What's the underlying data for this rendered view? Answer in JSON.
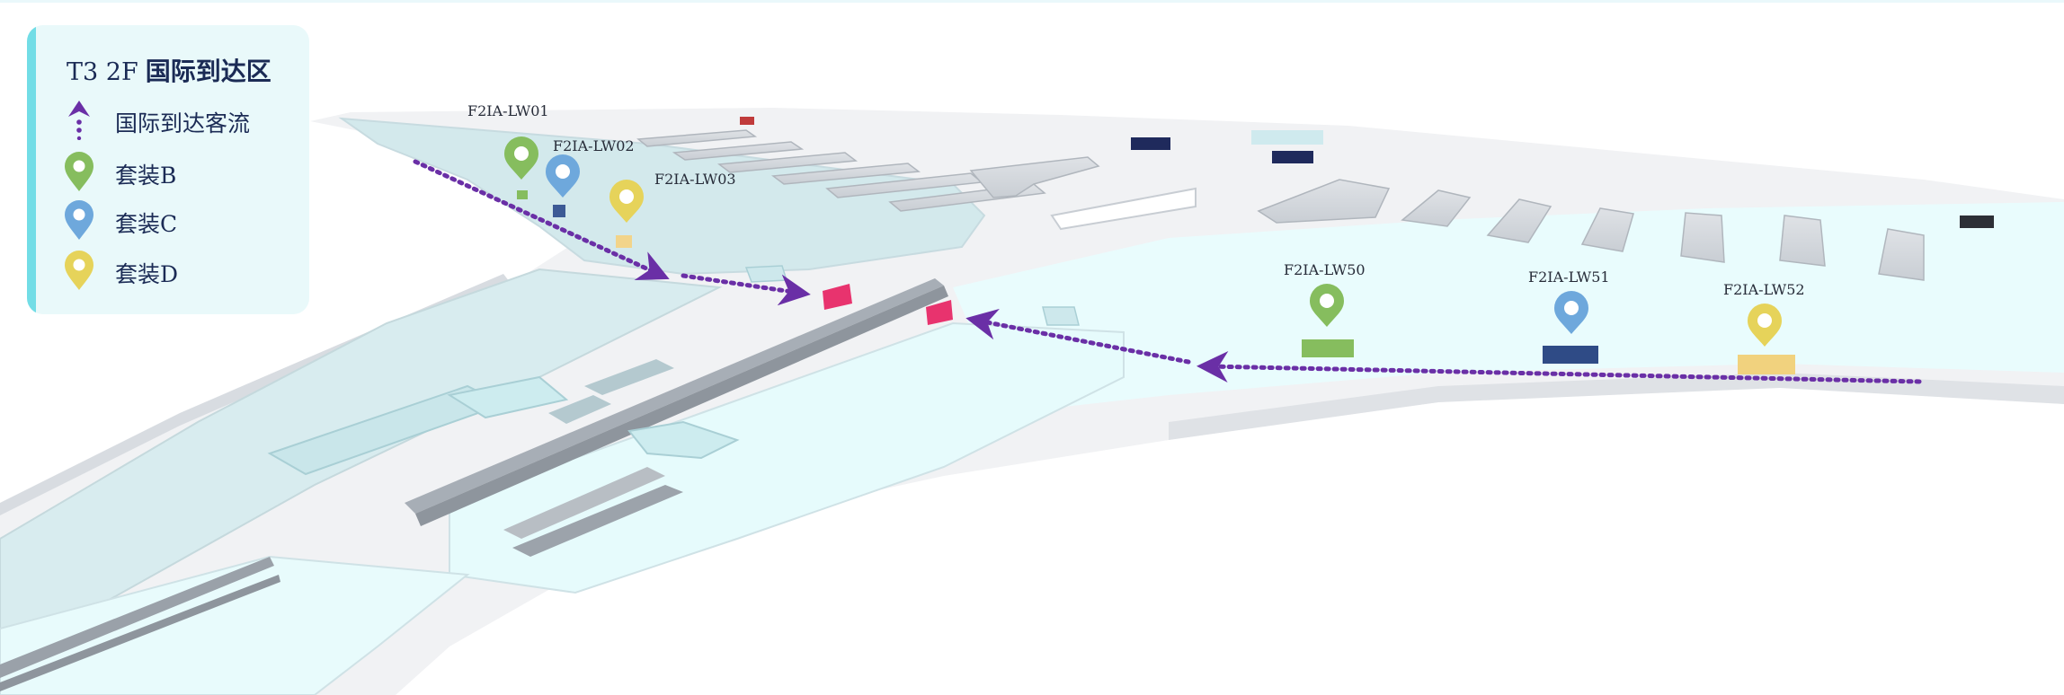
{
  "legend": {
    "title_prefix": "T3  2F",
    "title_main": "国际到达区",
    "items": [
      {
        "label": "国际到达客流",
        "icon": "dotted-arrow-icon",
        "color": "#6a2fa6"
      },
      {
        "label": "套装B",
        "icon": "map-pin-icon",
        "color": "#86bd5e"
      },
      {
        "label": "套装C",
        "icon": "map-pin-icon",
        "color": "#6ea8dc"
      },
      {
        "label": "套装D",
        "icon": "map-pin-icon",
        "color": "#e6d35a"
      }
    ]
  },
  "markers": [
    {
      "id": "F2IA-LW01",
      "label": "F2IA-LW01",
      "package": "套装B",
      "color": "#86bd5e"
    },
    {
      "id": "F2IA-LW02",
      "label": "F2IA-LW02",
      "package": "套装C",
      "color": "#6ea8dc"
    },
    {
      "id": "F2IA-LW03",
      "label": "F2IA-LW03",
      "package": "套装D",
      "color": "#e6d35a"
    },
    {
      "id": "F2IA-LW50",
      "label": "F2IA-LW50",
      "package": "套装B",
      "color": "#86bd5e"
    },
    {
      "id": "F2IA-LW51",
      "label": "F2IA-LW51",
      "package": "套装C",
      "color": "#6ea8dc"
    },
    {
      "id": "F2IA-LW52",
      "label": "F2IA-LW52",
      "package": "套装D",
      "color": "#e6d35a"
    }
  ],
  "colors": {
    "flow": "#6a2fa6",
    "floor": "#f1f2f4",
    "water_zone": "#d3e9ec",
    "light_zone": "#e9fcfd",
    "accent_red": "#e8336e",
    "navy": "#1f2a5c"
  }
}
